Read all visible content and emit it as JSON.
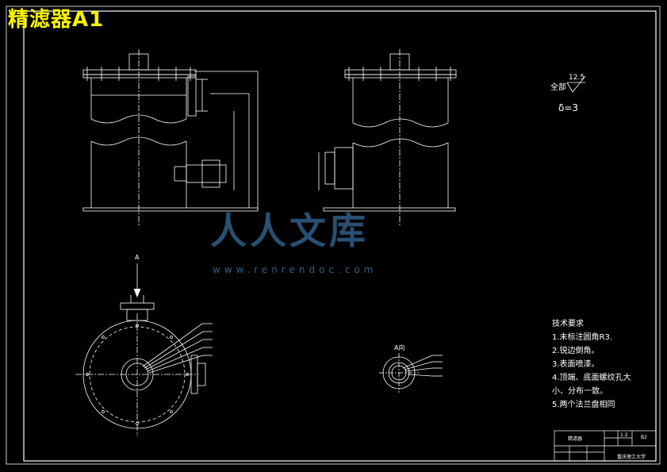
{
  "title": "精滤器A1",
  "roughness": {
    "label": "全部",
    "value": "12.5"
  },
  "thickness_note": "δ=3",
  "view_label_section": "A",
  "view_label_detail": "A向",
  "tech_requirements": {
    "heading": "技术要求",
    "items": [
      "1.未标注圆角R3.",
      "2.锐边倒角。",
      "3.表面喷漆。",
      "4.顶端、底面螺纹孔大",
      "小、分布一致。",
      "5.两个法兰盘相同"
    ]
  },
  "title_block": {
    "part_name": "精滤器",
    "school": "重庆理工大学",
    "drawing_no": "B2",
    "scale": "1:2"
  },
  "watermark": {
    "text": "人人文库",
    "url": "www.renrendoc.com"
  },
  "colors": {
    "background": "#000000",
    "lines": "#ffffff",
    "title": "#f7f300",
    "watermark": "#2f5f86"
  }
}
